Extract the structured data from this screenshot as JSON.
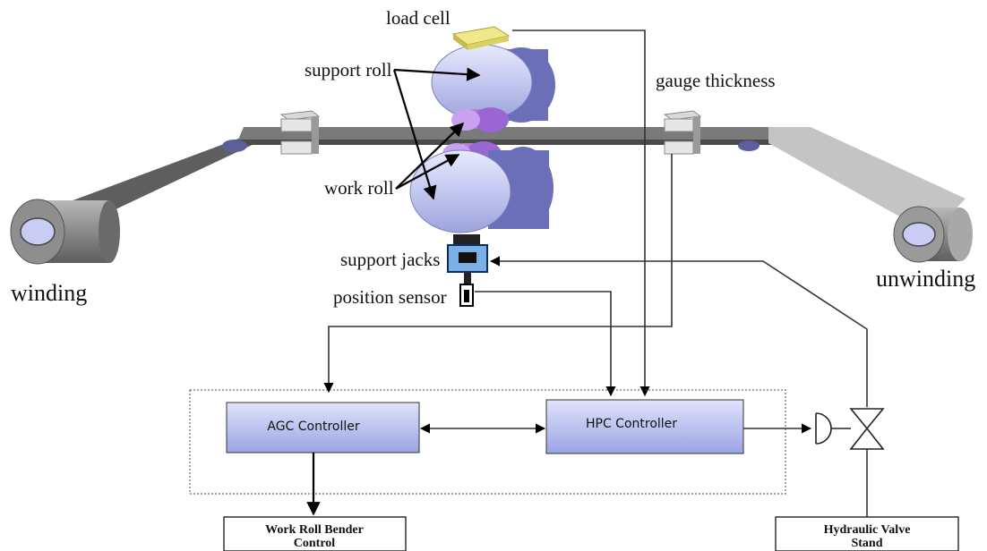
{
  "labels": {
    "load_cell": "load cell",
    "support_roll": "support roll",
    "work_roll": "work roll",
    "gauge_thickness": "gauge thickness",
    "support_jacks": "support jacks",
    "position_sensor": "position sensor",
    "winding": "winding",
    "unwinding": "unwinding"
  },
  "controllers": {
    "agc": "AGC Controller",
    "hpc": "HPC Controller"
  },
  "outputs": {
    "work_roll_bender_line1": "Work Roll Bender",
    "work_roll_bender_line2": "Control",
    "hydraulic_valve_line1": "Hydraulic Valve",
    "hydraulic_valve_line2": "Stand"
  },
  "colors": {
    "roll_body": "#c8ccf2",
    "roll_side": "#6a6fb8",
    "work_roll": "#b07ee0",
    "controller_fill": "#b9c2f0",
    "strip": "#6e6e6e",
    "load_cell": "#e8e070"
  }
}
